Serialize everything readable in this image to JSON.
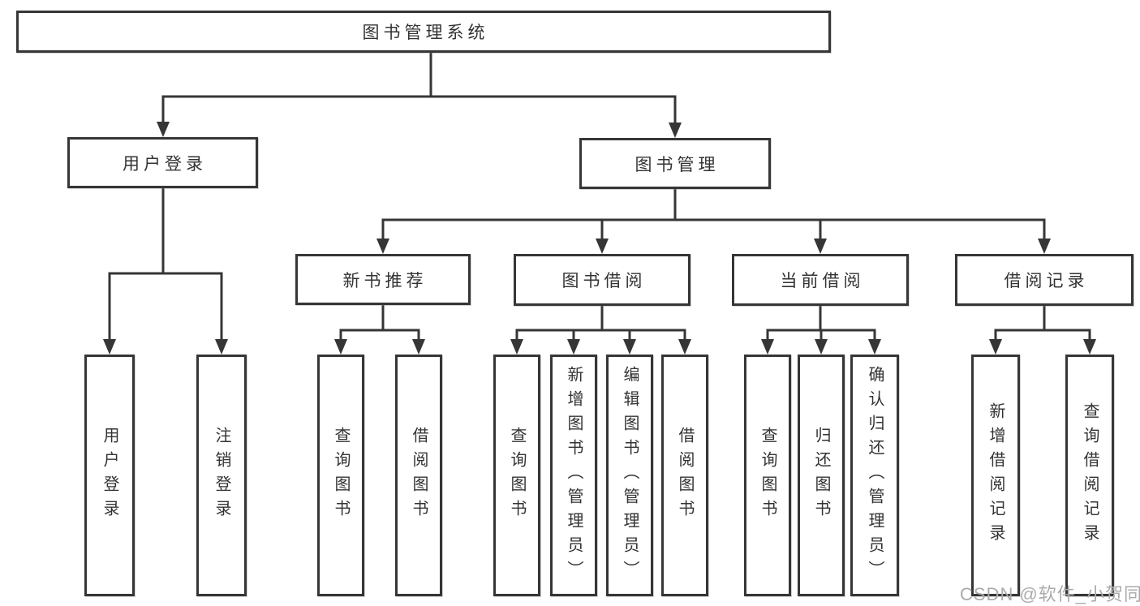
{
  "diagram": {
    "root": "图书管理系统",
    "branches": [
      {
        "label": "用户登录",
        "children": [
          "用户登录",
          "注销登录"
        ]
      },
      {
        "label": "图书管理",
        "children": [
          {
            "label": "新书推荐",
            "children": [
              "查询图书",
              "借阅图书"
            ]
          },
          {
            "label": "图书借阅",
            "children": [
              "查询图书",
              "新增图书（管理员）",
              "编辑图书（管理员）",
              "借阅图书"
            ]
          },
          {
            "label": "当前借阅",
            "children": [
              "查询图书",
              "归还图书",
              "确认归还（管理员）"
            ]
          },
          {
            "label": "借阅记录",
            "children": [
              "新增借阅记录",
              "查询借阅记录"
            ]
          }
        ]
      }
    ]
  },
  "watermark": "CSDN @软件_小贺同学",
  "colors": {
    "line": "#333333",
    "box_border": "#363636",
    "text": "#333333",
    "watermark": "#ababab",
    "background": "#ffffff"
  }
}
